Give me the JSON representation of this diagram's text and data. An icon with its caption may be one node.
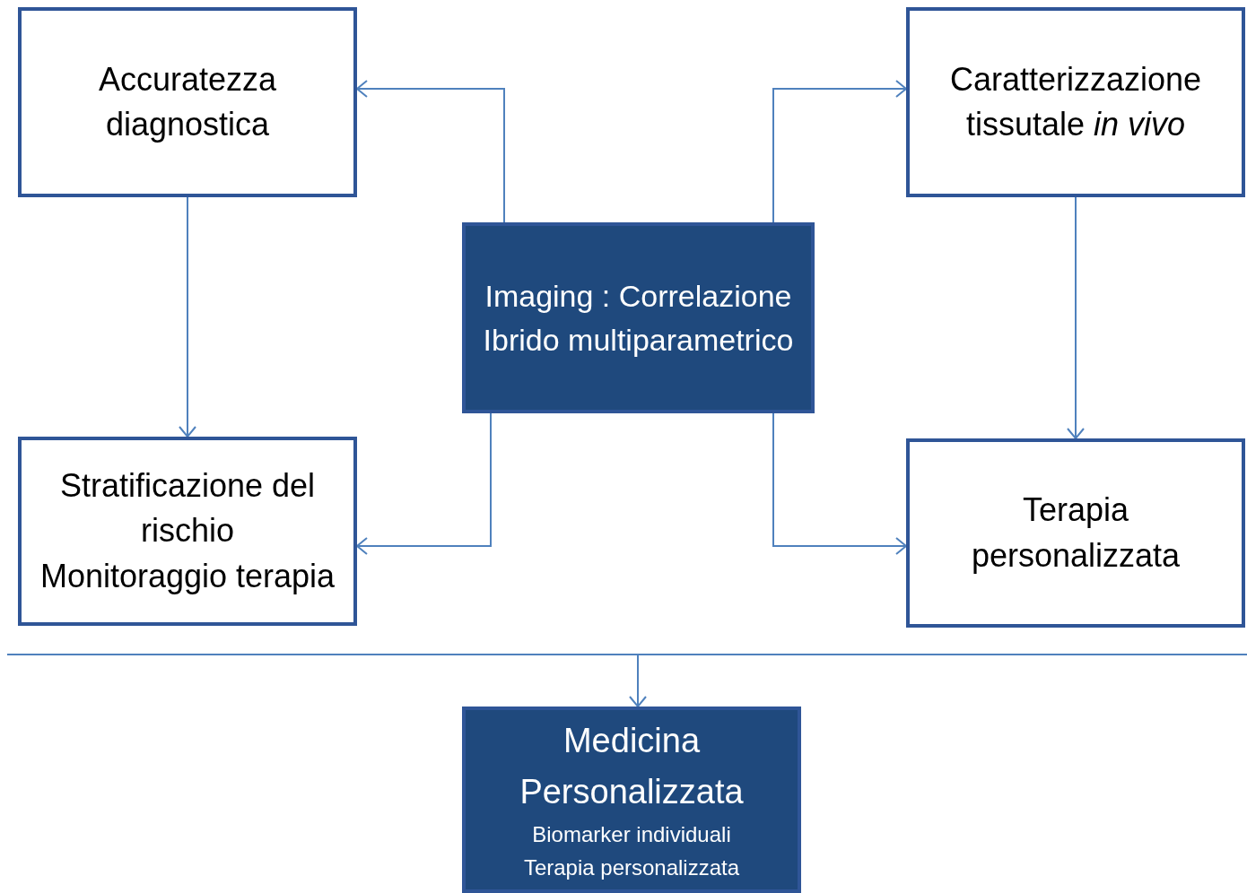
{
  "diagram": {
    "nodes": [
      {
        "text": [
          "Accuratezza diagnostica"
        ]
      },
      {
        "text": [
          "Caratterizzazione tissutale *in vivo*"
        ]
      },
      {
        "text": [
          "Imaging : Correlazione Ibrido multiparametrico"
        ]
      },
      {
        "text": [
          "Stratificazione del rischio",
          "Monitoraggio terapia"
        ]
      },
      {
        "text": [
          "Terapia personalizzata"
        ]
      },
      {
        "text": [],
        "shape": "bar"
      },
      {
        "text": [
          "Medicina Personalizzata",
          "Biomarker individuali",
          "Terapia personalizzata"
        ]
      }
    ],
    "edges": [
      {
        "from": 2,
        "to": 0,
        "arrow": "to"
      },
      {
        "from": 2,
        "to": 1,
        "arrow": "to"
      },
      {
        "from": 2,
        "to": 3,
        "arrow": "to"
      },
      {
        "from": 2,
        "to": 4,
        "arrow": "to"
      },
      {
        "from": 0,
        "to": 3,
        "arrow": "to"
      },
      {
        "from": 1,
        "to": 4,
        "arrow": "to"
      },
      {
        "from": 5,
        "to": 6,
        "arrow": "to"
      }
    ]
  }
}
